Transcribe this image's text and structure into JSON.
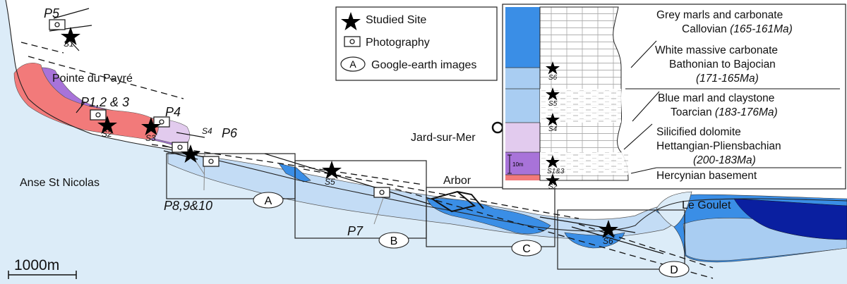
{
  "colors": {
    "sea": "#dcecf8",
    "callovian": "#3a8ee6",
    "bathonian": "#a9cdf2",
    "toarcian": "#c3dcf5",
    "hettangian": "#e2cbee",
    "hettangian_dark": "#a873d9",
    "basement": "#f27a7a",
    "deep_blue": "#0a1fa0"
  },
  "legend": {
    "studied_site": "Studied Site",
    "photography": "Photography",
    "google_earth": "Google-earth images",
    "google_earth_letter": "A"
  },
  "stratigraphy": {
    "scale_label": "10m",
    "units": [
      {
        "line1": "Grey marls and carbonate",
        "line2_plain": "Callovian ",
        "line2_italic": "(165-161Ma)"
      },
      {
        "line1": "White massive carbonate",
        "line2_plain": "Bathonian to Bajocian",
        "line3_italic": "(171-165Ma)"
      },
      {
        "line1": "Blue marl and claystone",
        "line2_plain": "Toarcian ",
        "line2_italic": "(183-176Ma)"
      },
      {
        "line1": "Silicified dolomite",
        "line2_plain": "Hettangian-Pliensbachian",
        "line3_italic": "(200-183Ma)"
      },
      {
        "line1": "Hercynian basement"
      }
    ],
    "site_labels": [
      "S6",
      "S5",
      "S4",
      "S1&3",
      "S2"
    ]
  },
  "places": {
    "pointe": "Pointe du Payré",
    "anse": "Anse St Nicolas",
    "jard": "Jard-sur-Mer",
    "arbor": "Arbor",
    "goulet": "Le Goulet"
  },
  "sites": [
    "S1",
    "S2",
    "S3",
    "S4",
    "S5",
    "S6"
  ],
  "photos": [
    "P5",
    "P1,2 & 3",
    "P4",
    "P6",
    "P8,9&10",
    "P7"
  ],
  "boxes": [
    "A",
    "B",
    "C",
    "D"
  ],
  "scale_bar": "1000m"
}
